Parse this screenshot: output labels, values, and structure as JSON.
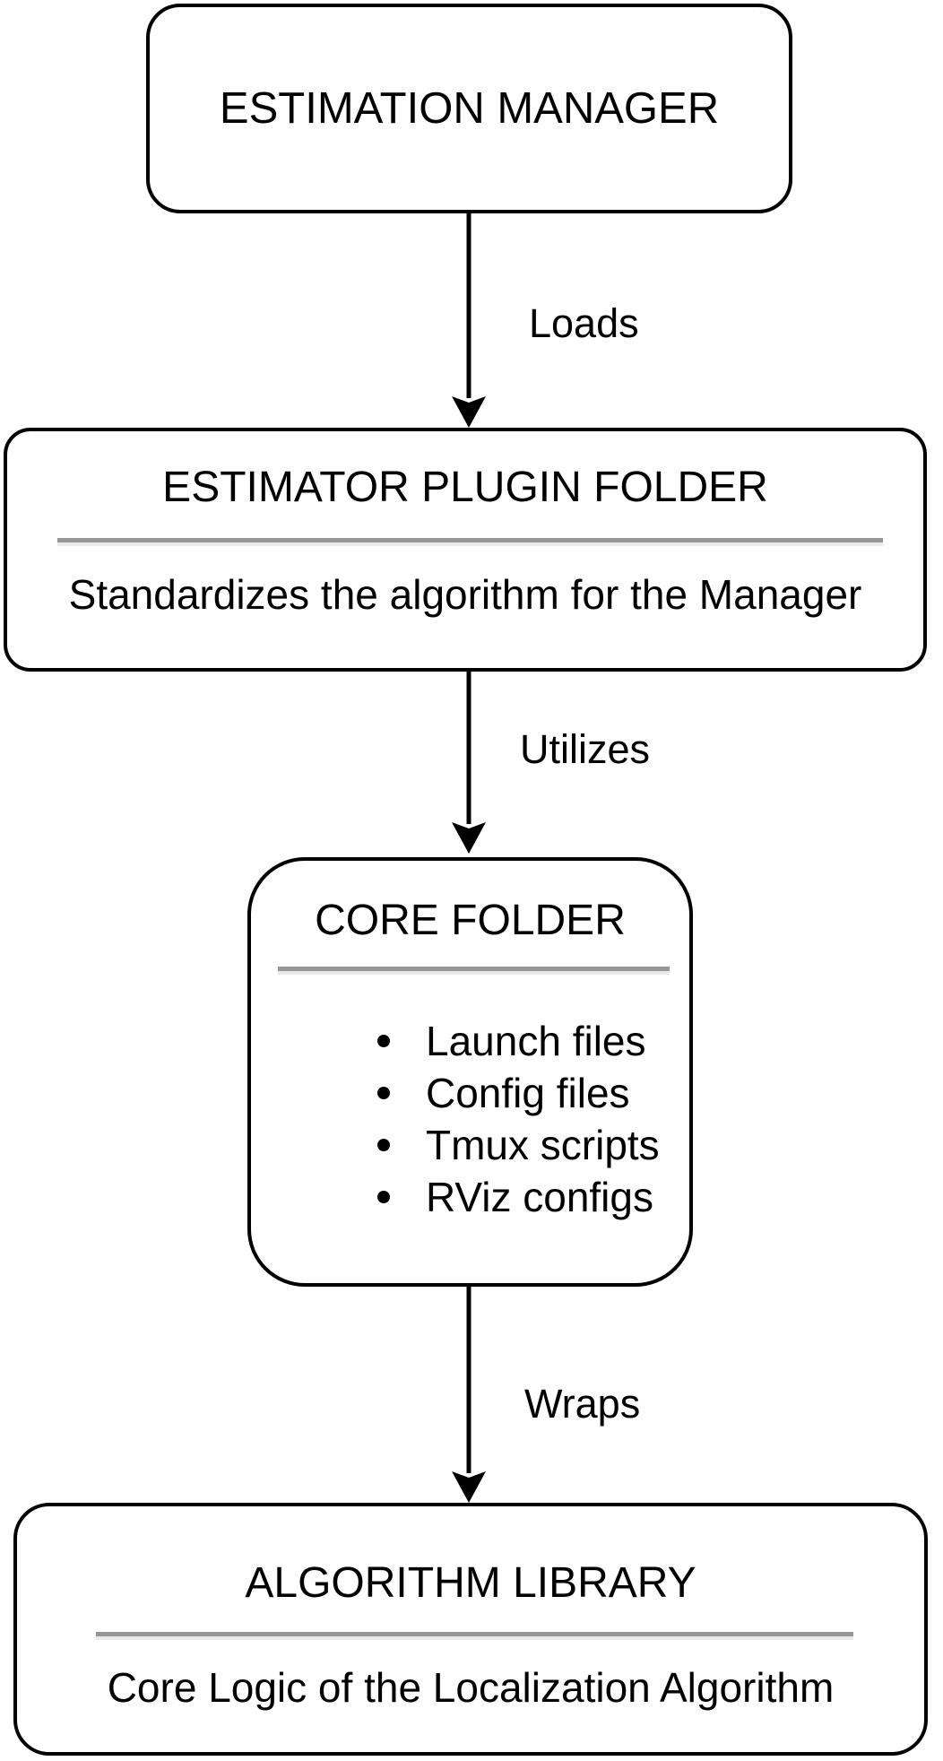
{
  "diagram": {
    "background_color": "#ffffff",
    "stroke_color": "#000000",
    "divider_color": "#969696",
    "nodes": [
      {
        "id": "estimation-manager",
        "title": "ESTIMATION MANAGER"
      },
      {
        "id": "estimator-plugin-folder",
        "title": "ESTIMATOR PLUGIN FOLDER",
        "subtitle": "Standardizes the algorithm for the Manager"
      },
      {
        "id": "core-folder",
        "title": "CORE FOLDER",
        "items": [
          "Launch files",
          "Config files",
          "Tmux scripts",
          "RViz configs"
        ]
      },
      {
        "id": "algorithm-library",
        "title": "ALGORITHM LIBRARY",
        "subtitle": "Core Logic of the Localization Algorithm"
      }
    ],
    "edges": [
      {
        "from": "estimation-manager",
        "to": "estimator-plugin-folder",
        "label": "Loads"
      },
      {
        "from": "estimator-plugin-folder",
        "to": "core-folder",
        "label": "Utilizes"
      },
      {
        "from": "core-folder",
        "to": "algorithm-library",
        "label": "Wraps"
      }
    ]
  }
}
